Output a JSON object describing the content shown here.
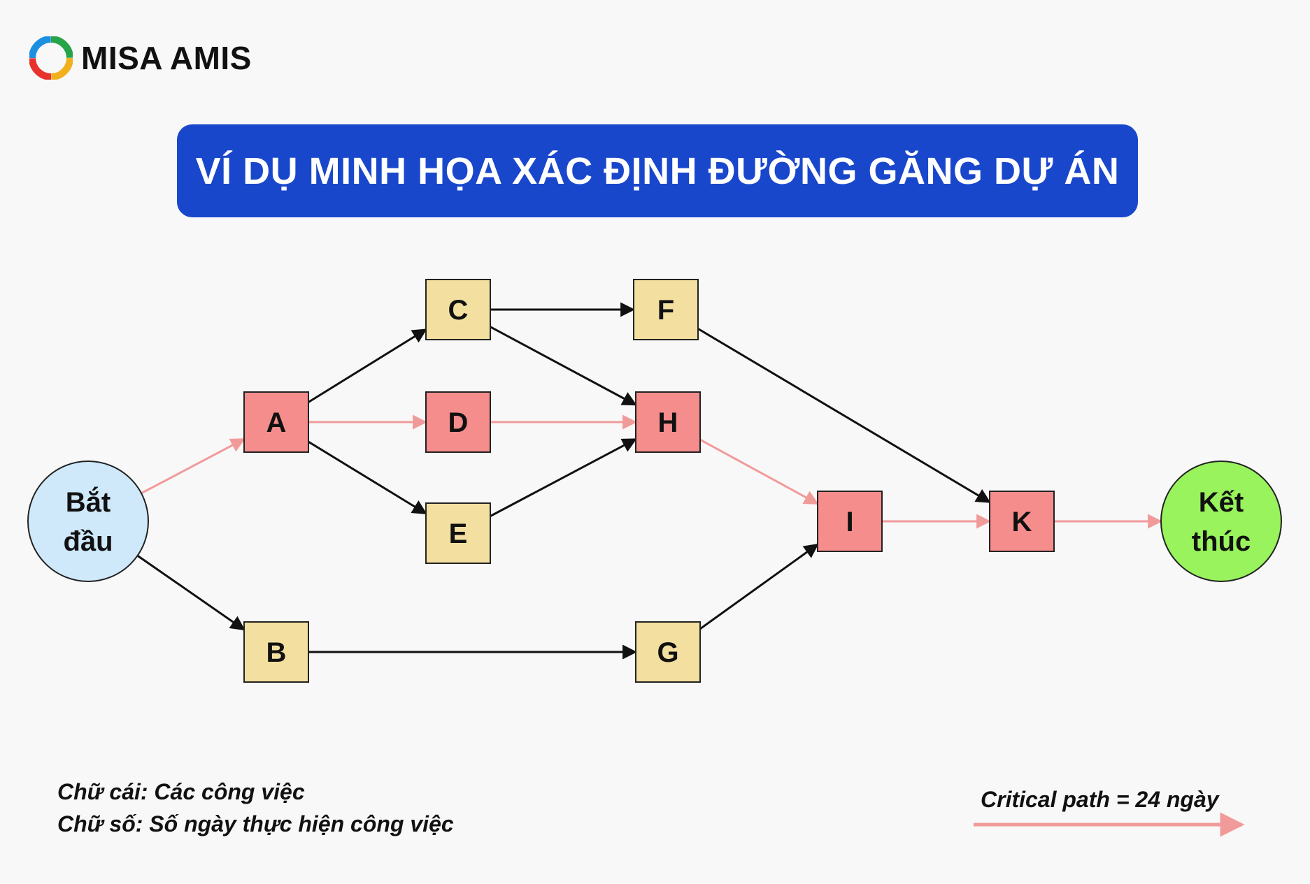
{
  "brand": {
    "name": "MISA AMIS"
  },
  "title": "VÍ DỤ MINH HỌA XÁC ĐỊNH ĐƯỜNG GĂNG DỰ ÁN",
  "colors": {
    "critical": "#f19a9a",
    "normal_edge": "#111111",
    "critical_node": "#f58d8d",
    "normal_node": "#f3e0a0",
    "start": "#cfe9fb",
    "end": "#98f35c",
    "title_bg": "#1947cc"
  },
  "nodes": [
    {
      "id": "start",
      "label_lines": [
        "Bắt",
        "đầu"
      ],
      "shape": "circle",
      "critical": false
    },
    {
      "id": "A",
      "label": "A",
      "shape": "box",
      "critical": true
    },
    {
      "id": "B",
      "label": "B",
      "shape": "box",
      "critical": false
    },
    {
      "id": "C",
      "label": "C",
      "shape": "box",
      "critical": false
    },
    {
      "id": "D",
      "label": "D",
      "shape": "box",
      "critical": true
    },
    {
      "id": "E",
      "label": "E",
      "shape": "box",
      "critical": false
    },
    {
      "id": "F",
      "label": "F",
      "shape": "box",
      "critical": false
    },
    {
      "id": "G",
      "label": "G",
      "shape": "box",
      "critical": false
    },
    {
      "id": "H",
      "label": "H",
      "shape": "box",
      "critical": true
    },
    {
      "id": "I",
      "label": "I",
      "shape": "box",
      "critical": true
    },
    {
      "id": "K",
      "label": "K",
      "shape": "box",
      "critical": true
    },
    {
      "id": "end",
      "label_lines": [
        "Kết",
        "thúc"
      ],
      "shape": "circle",
      "critical": false
    }
  ],
  "edges": [
    {
      "from": "start",
      "to": "A",
      "critical": true
    },
    {
      "from": "start",
      "to": "B",
      "critical": false
    },
    {
      "from": "A",
      "to": "C",
      "critical": false
    },
    {
      "from": "A",
      "to": "D",
      "critical": true
    },
    {
      "from": "A",
      "to": "E",
      "critical": false
    },
    {
      "from": "C",
      "to": "F",
      "critical": false
    },
    {
      "from": "C",
      "to": "H",
      "critical": false
    },
    {
      "from": "D",
      "to": "H",
      "critical": true
    },
    {
      "from": "E",
      "to": "H",
      "critical": false
    },
    {
      "from": "F",
      "to": "K",
      "critical": false
    },
    {
      "from": "H",
      "to": "I",
      "critical": true
    },
    {
      "from": "B",
      "to": "G",
      "critical": false
    },
    {
      "from": "G",
      "to": "I",
      "critical": false
    },
    {
      "from": "I",
      "to": "K",
      "critical": true
    },
    {
      "from": "K",
      "to": "end",
      "critical": true
    }
  ],
  "notes": {
    "line1": "Chữ cái: Các công việc",
    "line2": "Chữ số: Số ngày thực hiện công việc"
  },
  "legend": {
    "text": "Critical path = 24 ngày"
  }
}
